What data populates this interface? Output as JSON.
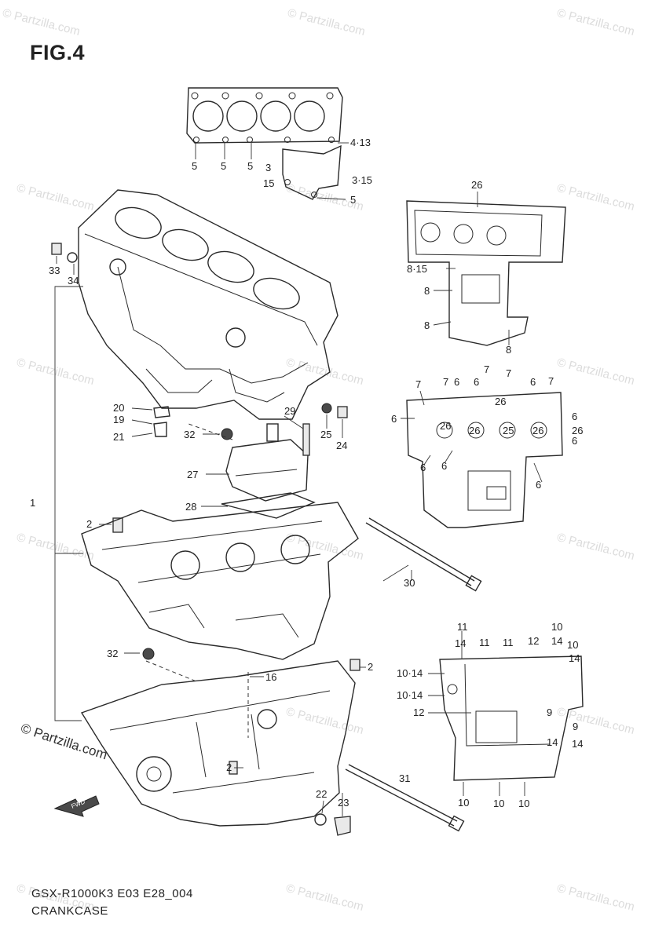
{
  "figure": {
    "title": "FIG.4"
  },
  "footer": {
    "model": "GSX-R1000K3 E03 E28_004",
    "name": "CRANKCASE"
  },
  "watermark": {
    "text": "© Partzilla.com",
    "main_text": "© Partzilla.com"
  },
  "callouts": {
    "c5a": "5",
    "c5b": "5",
    "c5c": "5",
    "c3": "3",
    "c15a": "15",
    "c4_13": "4·13",
    "c3_15": "3·15",
    "c5d": "5",
    "c33": "33",
    "c34": "34",
    "c26a": "26",
    "c8_15": "8·15",
    "c8a": "8",
    "c8b": "8",
    "c8c": "8",
    "c7a": "7",
    "c7b": "7",
    "c7c": "7",
    "c7d": "7",
    "c7e": "7",
    "c6a": "6",
    "c6b": "6",
    "c26b": "26",
    "c6c": "6",
    "c26c": "26",
    "c26d": "26",
    "c25a": "25",
    "c26e": "26",
    "c6d": "6",
    "c6e": "6",
    "c6f": "6",
    "c6g": "6",
    "c6h": "6",
    "c6i": "6",
    "c20": "20",
    "c19": "19",
    "c21": "21",
    "c29": "29",
    "c25b": "25",
    "c24": "24",
    "c32a": "32",
    "c27": "27",
    "c28": "28",
    "c1": "1",
    "c2a": "2",
    "c30": "30",
    "c11a": "11",
    "c11b": "11",
    "c11c": "11",
    "c10a": "10",
    "c10b": "10",
    "c14a": "14",
    "c12a": "12",
    "c14b": "14",
    "c14c": "14",
    "c10_14a": "10·14",
    "c10_14b": "10·14",
    "c12b": "12",
    "c9a": "9",
    "c9b": "9",
    "c14d": "14",
    "c14e": "14",
    "c10c": "10",
    "c10d": "10",
    "c10e": "10",
    "c32b": "32",
    "c2b": "2",
    "c16": "16",
    "c2c": "2",
    "c31": "31",
    "c22": "22",
    "c23": "23"
  },
  "fwd_label": "FWD"
}
